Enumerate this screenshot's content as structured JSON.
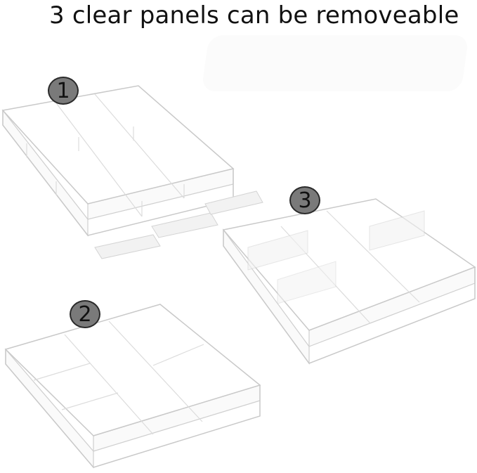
{
  "headline": "3 clear panels can be removeable",
  "badges": [
    {
      "label": "1",
      "description": "tray configuration 1: three long compartments with removed panels"
    },
    {
      "label": "2",
      "description": "tray configuration 2: six compartments"
    },
    {
      "label": "3",
      "description": "tray configuration 3: panels inserted"
    }
  ],
  "colors": {
    "background": "#ffffff",
    "badge_fill": "#7a7a7a",
    "badge_border": "#2a2a2a",
    "text": "#111111"
  }
}
